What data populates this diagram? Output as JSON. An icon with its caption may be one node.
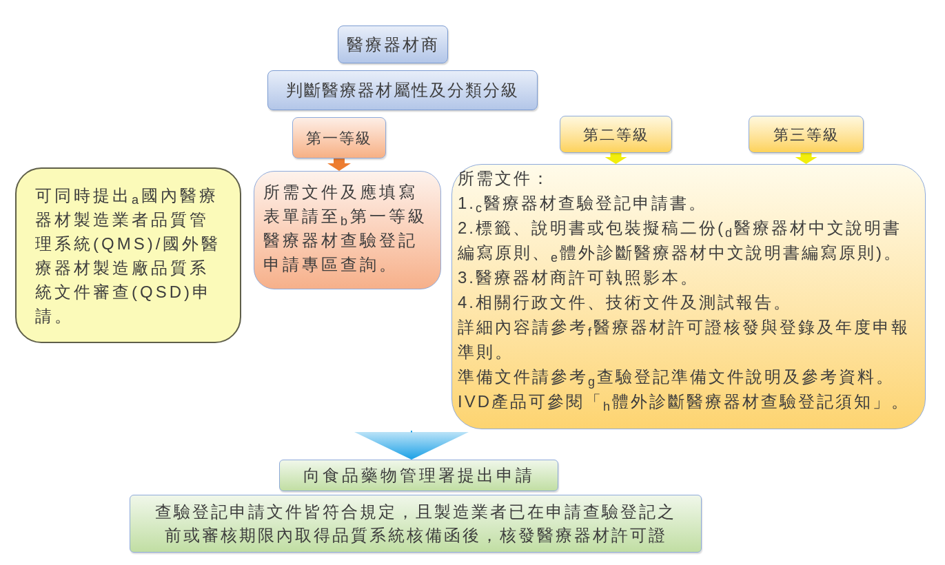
{
  "diagram": {
    "nodes": [
      {
        "text": [
          "醫療器材商"
        ]
      },
      {
        "text": [
          "判斷醫療器材屬性及分類分級"
        ]
      },
      {
        "text": [
          "第一等級"
        ]
      },
      {
        "text": [
          "第二等級"
        ]
      },
      {
        "text": [
          "第三等級"
        ]
      },
      {
        "text": [
          "可同時提出$_{a}$國內醫療器材製造業者品質管理系統(QMS)/國外醫療器材製造廠品質系統文件審查(QSD)申請。"
        ]
      },
      {
        "text": [
          "所需文件及應填寫表單請至$_{b}$第一等級醫療器材查驗登記申請專區查詢。"
        ]
      },
      {
        "text": [
          "所需文件：",
          "1.$_{c}$醫療器材查驗登記申請書。",
          "2.標籤、說明書或包裝擬稿二份($_{d}$醫療器材中文說明書編寫原則、$_{e}$體外診斷醫療器材中文說明書編寫原則)。",
          "3.醫療器材商許可執照影本。",
          "4.相關行政文件、技術文件及測試報告。",
          "詳細內容請參考$_{f}$醫療器材許可證核發與登錄及年度申報準則。",
          "準備文件請參考$_{g}$查驗登記準備文件說明及參考資料。",
          "IVD產品可參閱「$_{h}$體外診斷醫療器材查驗登記須知」。"
        ]
      },
      {
        "text": [
          "向食品藥物管理署提出申請"
        ]
      },
      {
        "text": [
          "查驗登記申請文件皆符合規定，且製造業者已在申請查驗登記之前或審核期限內取得品質系統核備函後，核發醫療器材許可證"
        ]
      }
    ],
    "edges": [
      {
        "from": 2,
        "to": 6,
        "arrow": "to",
        "color": "#ed7d31"
      },
      {
        "from": 3,
        "to": 7,
        "arrow": "to"
      },
      {
        "from": 4,
        "to": 7,
        "arrow": "to"
      },
      {
        "from": null,
        "to": 8,
        "arrow": "to",
        "color": "#1aa0e6"
      }
    ]
  }
}
